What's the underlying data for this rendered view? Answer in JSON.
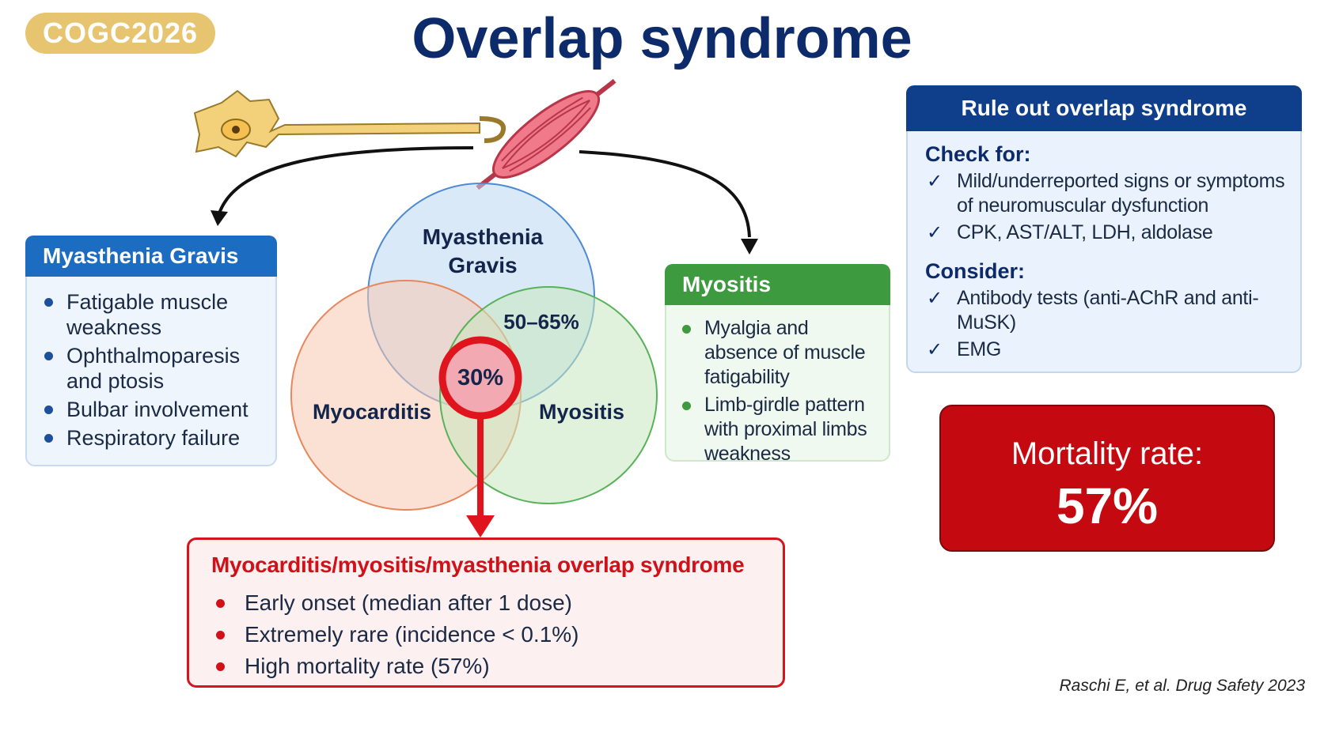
{
  "badge": "COGC2026",
  "title": "Overlap syndrome",
  "mg_card": {
    "header": "Myasthenia Gravis",
    "items": [
      "Fatigable muscle weakness",
      "Ophthalmoparesis and ptosis",
      "Bulbar involvement",
      "Respiratory failure"
    ]
  },
  "venn": {
    "circle_top": "Myasthenia Gravis",
    "circle_left": "Myocarditis",
    "circle_right": "Myositis",
    "overlap_mg_myositis": "50–65%",
    "center": "30%"
  },
  "myositis_card": {
    "header": "Myositis",
    "items": [
      "Myalgia and absence of muscle fatigability",
      "Limb-girdle pattern with proximal limbs weakness"
    ]
  },
  "rule_card": {
    "header": "Rule out overlap syndrome",
    "check_title": "Check for:",
    "check_items": [
      "Mild/underreported signs or symptoms of neuromuscular dysfunction",
      "CPK, AST/ALT, LDH, aldolase"
    ],
    "consider_title": "Consider:",
    "consider_items": [
      "Antibody tests (anti-AChR and anti-MuSK)",
      "EMG"
    ]
  },
  "mortality": {
    "label": "Mortality rate:",
    "value": "57%"
  },
  "overlap_card": {
    "title": "Myocarditis/myositis/myasthenia overlap syndrome",
    "items": [
      "Early onset (median after 1 dose)",
      "Extremely rare (incidence < 0.1%)",
      "High mortality rate (57%)"
    ]
  },
  "citation": "Raschi E, et al. Drug Safety 2023",
  "colors": {
    "navy": "#0d2a6b",
    "mg_blue": "#1c6cc2",
    "myositis_green": "#3d9a3e",
    "overlap_red": "#d01118",
    "badge_gold": "#e7c46f",
    "mortality_red": "#c40a10"
  }
}
